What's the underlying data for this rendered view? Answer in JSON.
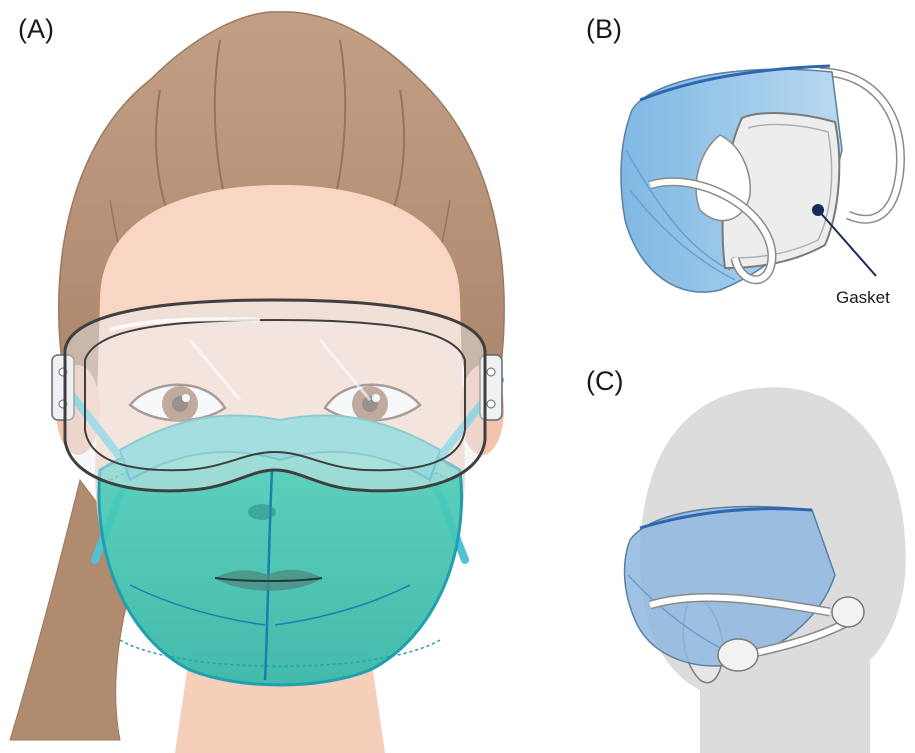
{
  "panels": {
    "a": {
      "label": "(A)"
    },
    "b": {
      "label": "(B)",
      "callout": "Gasket"
    },
    "c": {
      "label": "(C)"
    }
  },
  "colors": {
    "hair": "#b8937a",
    "skin": "#f8d6c3",
    "mask_teal": "#3fc7b3",
    "mask_edge": "#1f9fb0",
    "strap_teal": "#4fc3d4",
    "goggle_frame": "#e9eef2",
    "surgical_blue": "#9fc9ea",
    "head_grey": "#d9d9d9"
  }
}
